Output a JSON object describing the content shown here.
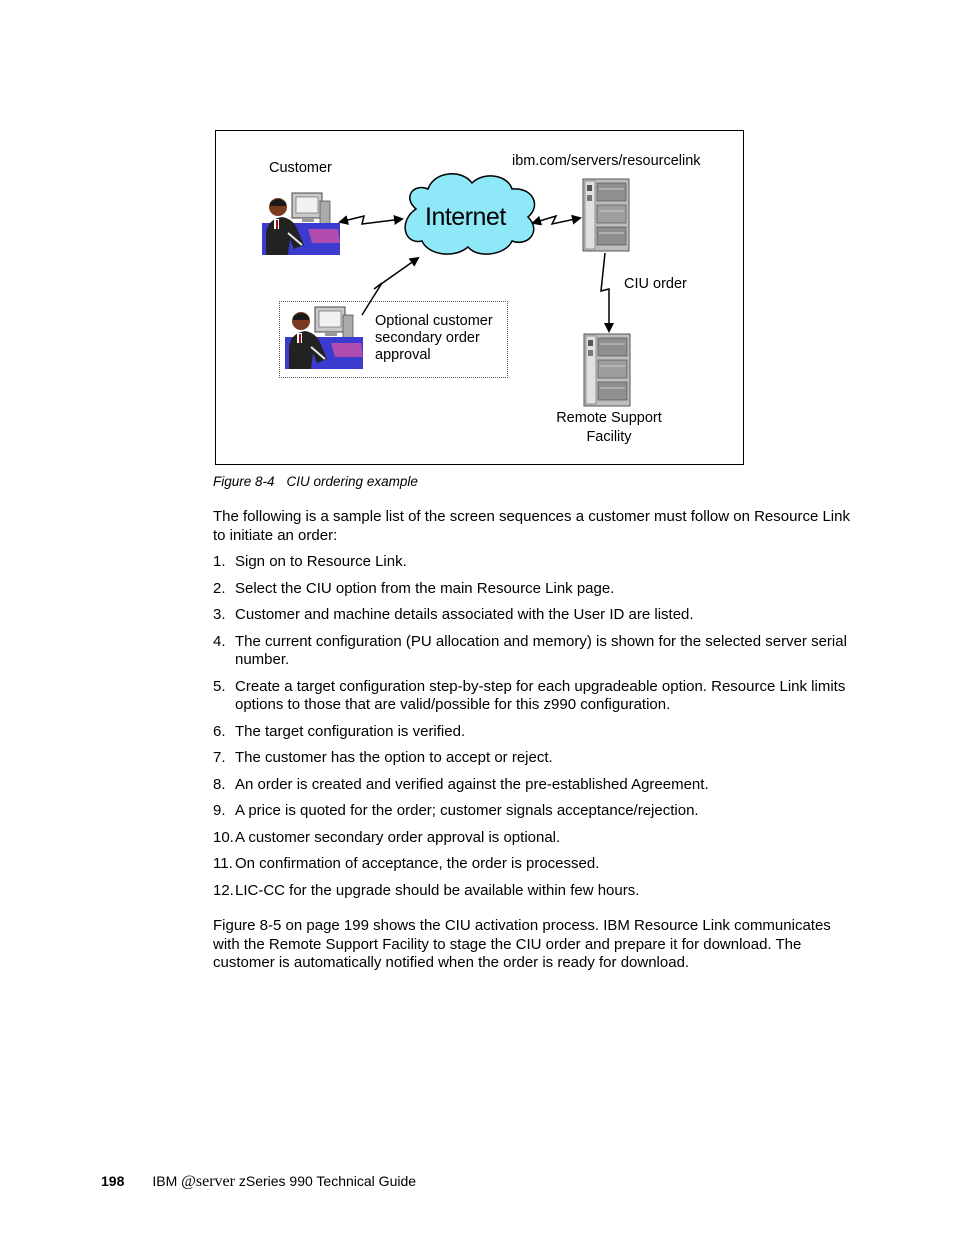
{
  "figure": {
    "customer_label": "Customer",
    "url_label": "ibm.com/servers/resourcelink",
    "internet_label": "Internet",
    "ciu_order_label": "CIU order",
    "optional_label_lines": [
      "Optional customer",
      "secondary order",
      "approval"
    ],
    "rsf_label_lines": [
      "Remote Support",
      "Facility"
    ],
    "colors": {
      "cloud_fill": "#8ee8f8",
      "desk_blue": "#3b3bd0",
      "person_dark": "#222222",
      "server_gray": "#b8b8b8"
    },
    "icons": [
      "person-at-computer-icon",
      "internet-cloud-icon",
      "server-icon",
      "lightning-link-icon"
    ]
  },
  "caption": {
    "number": "Figure 8-4",
    "text": "CIU ordering example"
  },
  "intro": "The following is a sample list of the screen sequences a customer must follow on Resource Link to initiate an order:",
  "steps": [
    {
      "n": "1.",
      "text": "Sign on to Resource Link."
    },
    {
      "n": "2.",
      "text": "Select the CIU option from the main Resource Link page."
    },
    {
      "n": "3.",
      "text": "Customer and machine details associated with the User ID are listed."
    },
    {
      "n": "4.",
      "text": "The current configuration (PU allocation and memory) is shown for the selected server serial number."
    },
    {
      "n": "5.",
      "text": "Create a target configuration step-by-step for each upgradeable option. Resource Link limits options to those that are valid/possible for this z990 configuration."
    },
    {
      "n": "6.",
      "text": "The target configuration is verified."
    },
    {
      "n": "7.",
      "text": "The customer has the option to accept or reject."
    },
    {
      "n": "8.",
      "text": "An order is created and verified against the pre-established Agreement."
    },
    {
      "n": "9.",
      "text": "A price is quoted for the order; customer signals acceptance/rejection."
    },
    {
      "n": "10.",
      "text": "A customer secondary order approval is optional."
    },
    {
      "n": "11.",
      "text": "On confirmation of acceptance, the order is processed."
    },
    {
      "n": "12.",
      "text": "LIC-CC for the upgrade should be available within few hours."
    }
  ],
  "closing": "Figure 8-5 on page 199 shows the CIU activation process. IBM Resource Link communicates with the Remote Support Facility to stage the CIU order and prepare it for download. The customer is automatically notified when the order is ready for download.",
  "footer": {
    "page_number": "198",
    "brand": "IBM",
    "eserver": "@server",
    "title": "zSeries 990 Technical Guide"
  }
}
